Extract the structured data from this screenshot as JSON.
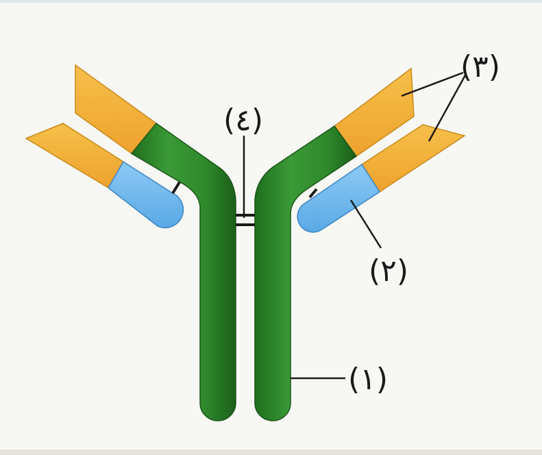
{
  "labels": {
    "one": "(١)",
    "two": "(٢)",
    "three": "(٣)",
    "four": "(٤)"
  },
  "colors": {
    "heavy_chain": "#2f8a2c",
    "heavy_chain_dark": "#1f6e1e",
    "variable_region": "#f3b23a",
    "light_chain_constant": "#6fb9ef",
    "outline": "#2a2a2a",
    "leader": "#2a2a2a",
    "background": "#f7f7f4"
  }
}
